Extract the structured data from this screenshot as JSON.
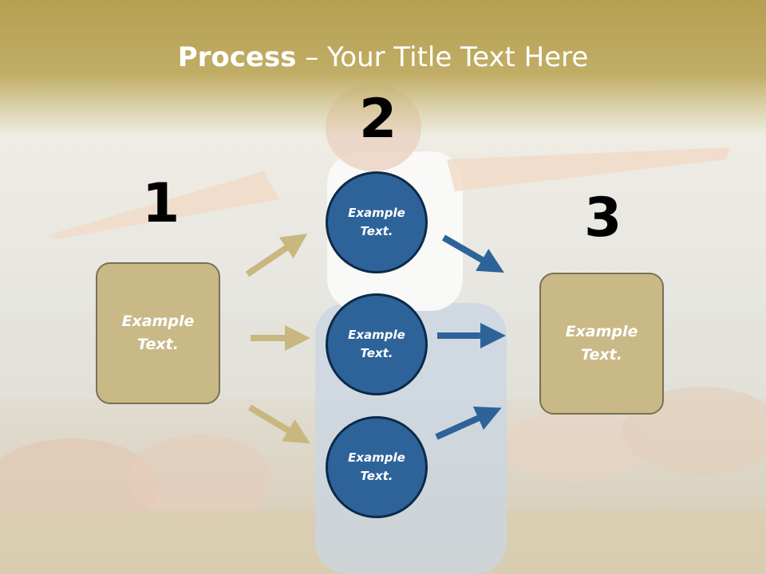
{
  "slide": {
    "title_bold": "Process",
    "title_rest": " – Your Title Text Here",
    "step_numbers": [
      "1",
      "2",
      "3"
    ],
    "left_box_text": "Example Text.",
    "right_box_text": "Example Text.",
    "circles": [
      "Example Text.",
      "Example Text.",
      "Example Text."
    ]
  },
  "colors": {
    "header_band": "#b4a050",
    "box_fill": "#c9b987",
    "box_border": "#7a7154",
    "circle_fill": "#2e6399",
    "circle_border": "#0b2a4a",
    "gold_arrow": "#c8b77f",
    "blue_arrow": "#2e6399"
  },
  "icons": [
    "arrow-right-icon",
    "arrow-up-right-icon",
    "arrow-down-right-icon"
  ]
}
